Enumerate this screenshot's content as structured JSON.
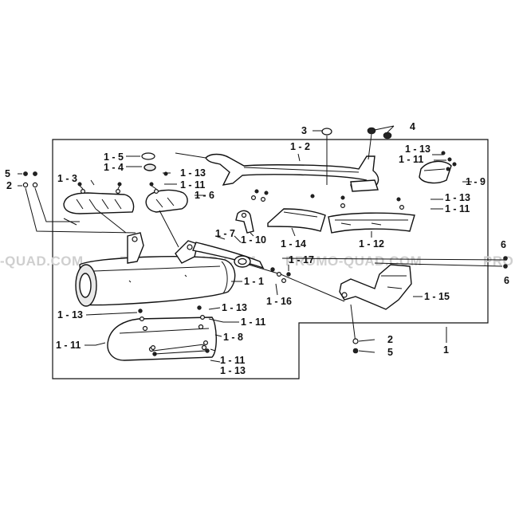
{
  "watermark": {
    "left": "-QUAD.COM",
    "center": "PROMO-QUAD.COM",
    "right": "PROMO-QUAD.COM",
    "edge": "PRO"
  },
  "labels": {
    "l1": "1",
    "l1_1": "1 - 1",
    "l1_2": "1 - 2",
    "l1_3": "1 - 3",
    "l1_4": "1 - 4",
    "l1_5": "1 - 5",
    "l1_6": "1 - 6",
    "l1_7": "1 - 7",
    "l1_8": "1 - 8",
    "l1_9": "1 - 9",
    "l1_10": "1 - 10",
    "l1_11": "1 - 11",
    "l1_12": "1 - 12",
    "l1_13": "1 - 13",
    "l1_14": "1 - 14",
    "l1_15": "1 - 15",
    "l1_16": "1 - 16",
    "l1_17": "1 - 17",
    "l2": "2",
    "l3": "3",
    "l4": "4",
    "l5": "5",
    "l6": "6"
  }
}
